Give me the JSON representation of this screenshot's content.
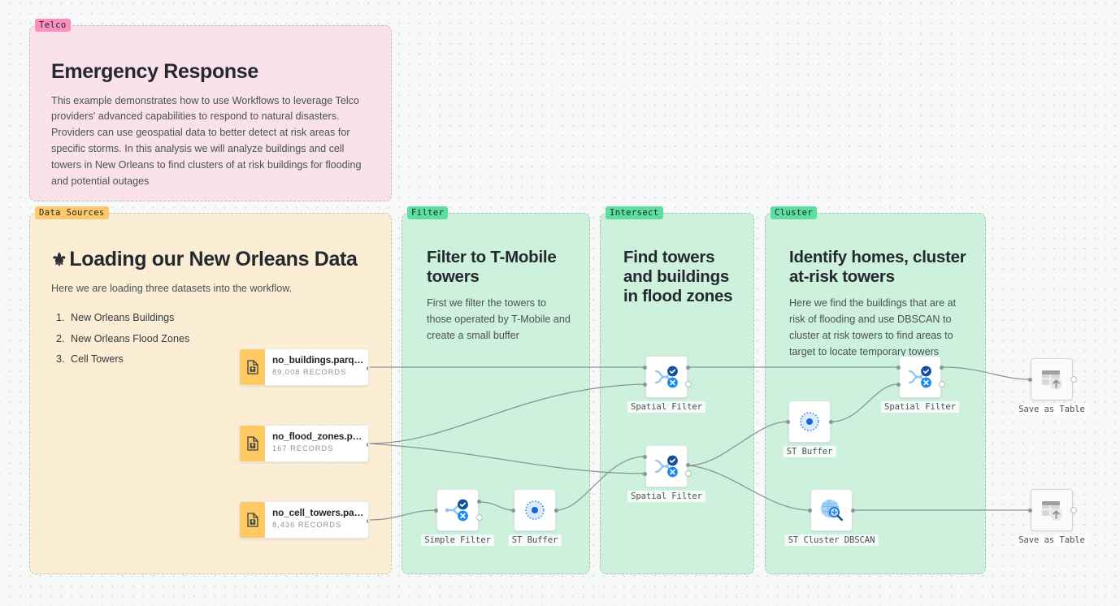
{
  "panels": {
    "telco": {
      "tag": "Telco",
      "title": "Emergency Response",
      "body": "This example demonstrates how to use Workflows to leverage Telco providers' advanced capabilities to respond to natural disasters. Providers can use geospatial data to better detect at risk areas for specific storms. In this analysis we will analyze buildings and cell towers in New Orleans to find clusters of at risk buildings for flooding and potential outages",
      "color": "#fb8fc0"
    },
    "data_sources": {
      "tag": "Data Sources",
      "icon": "⚜",
      "title": "Loading our New Orleans Data",
      "body": "Here we are loading three datasets into the workflow.",
      "list": [
        "New Orleans Buildings",
        "New Orleans Flood Zones",
        "Cell Towers"
      ],
      "color": "#fbc96a"
    },
    "filter": {
      "tag": "Filter",
      "title": "Filter to T-Mobile towers",
      "body": "First we filter the towers to those operated by T-Mobile and create a small buffer",
      "color": "#5bdea0"
    },
    "intersect": {
      "tag": "Intersect",
      "title": "Find towers and buildings in flood zones",
      "body": "",
      "color": "#5bdea0"
    },
    "cluster": {
      "tag": "Cluster",
      "title": "Identify homes, cluster at-risk towers",
      "body": "Here we find the buildings that are at risk of flooding and use DBSCAN to cluster at risk towers to find areas to target to locate temporary towers",
      "color": "#5bdea0"
    }
  },
  "sources": [
    {
      "name": "no_buildings.parq…",
      "records": "89,008 RECORDS",
      "icon": "file-import-icon"
    },
    {
      "name": "no_flood_zones.p…",
      "records": "167 RECORDS",
      "icon": "file-import-icon"
    },
    {
      "name": "no_cell_towers.pa…",
      "records": "8,436 RECORDS",
      "icon": "file-import-icon"
    }
  ],
  "nodes": [
    {
      "id": "simple-filter",
      "label": "Simple Filter",
      "icon": "simple-filter-icon",
      "disabled": false
    },
    {
      "id": "st-buffer-1",
      "label": "ST Buffer",
      "icon": "st-buffer-icon",
      "disabled": false
    },
    {
      "id": "spatial-filter-1",
      "label": "Spatial Filter",
      "icon": "spatial-filter-icon",
      "disabled": false
    },
    {
      "id": "spatial-filter-2",
      "label": "Spatial Filter",
      "icon": "spatial-filter-icon",
      "disabled": false
    },
    {
      "id": "st-buffer-2",
      "label": "ST Buffer",
      "icon": "st-buffer-icon",
      "disabled": false
    },
    {
      "id": "spatial-filter-3",
      "label": "Spatial Filter",
      "icon": "spatial-filter-icon",
      "disabled": false
    },
    {
      "id": "st-cluster-dbscan",
      "label": "ST Cluster DBSCAN",
      "icon": "globe-search-icon",
      "disabled": false
    },
    {
      "id": "save-as-table-1",
      "label": "Save as Table",
      "icon": "save-table-icon",
      "disabled": true
    },
    {
      "id": "save-as-table-2",
      "label": "Save as Table",
      "icon": "save-table-icon",
      "disabled": true
    }
  ],
  "theme": {
    "canvas_bg": "#f7f8f8",
    "dot_color": "#dcdedf",
    "wire_color": "#8b9196",
    "accent_blue": "#1a73e8",
    "accent_blue_dark": "#12509e"
  }
}
